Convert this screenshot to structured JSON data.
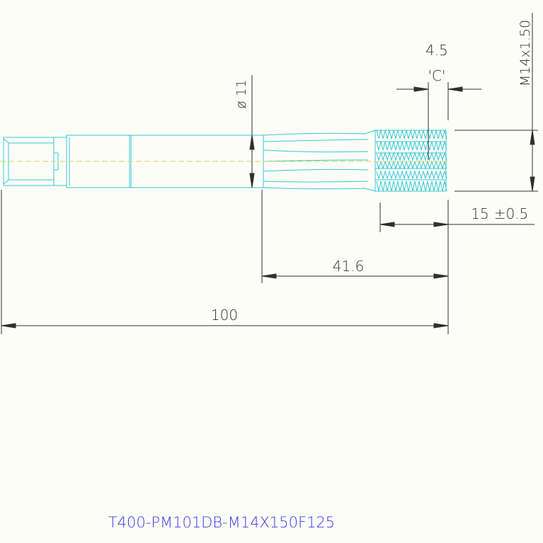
{
  "drawing": {
    "dimensions": {
      "overall_length": "100",
      "flute_length": "41.6",
      "thread_length": "15",
      "thread_tolerance": "±0.5",
      "chamfer_length": "4.5",
      "chamfer_label": "'C'",
      "shank_diameter": "ø 11",
      "thread_spec": "M14x1.50"
    },
    "part_number": "T400-PM101DB-M14X150F125",
    "colors": {
      "outline": "#35c6d6",
      "dimension": "#2f2f2f",
      "centerline": "#d8d25a",
      "part_number": "#3a3af0",
      "background": "#fdfdf8"
    }
  }
}
